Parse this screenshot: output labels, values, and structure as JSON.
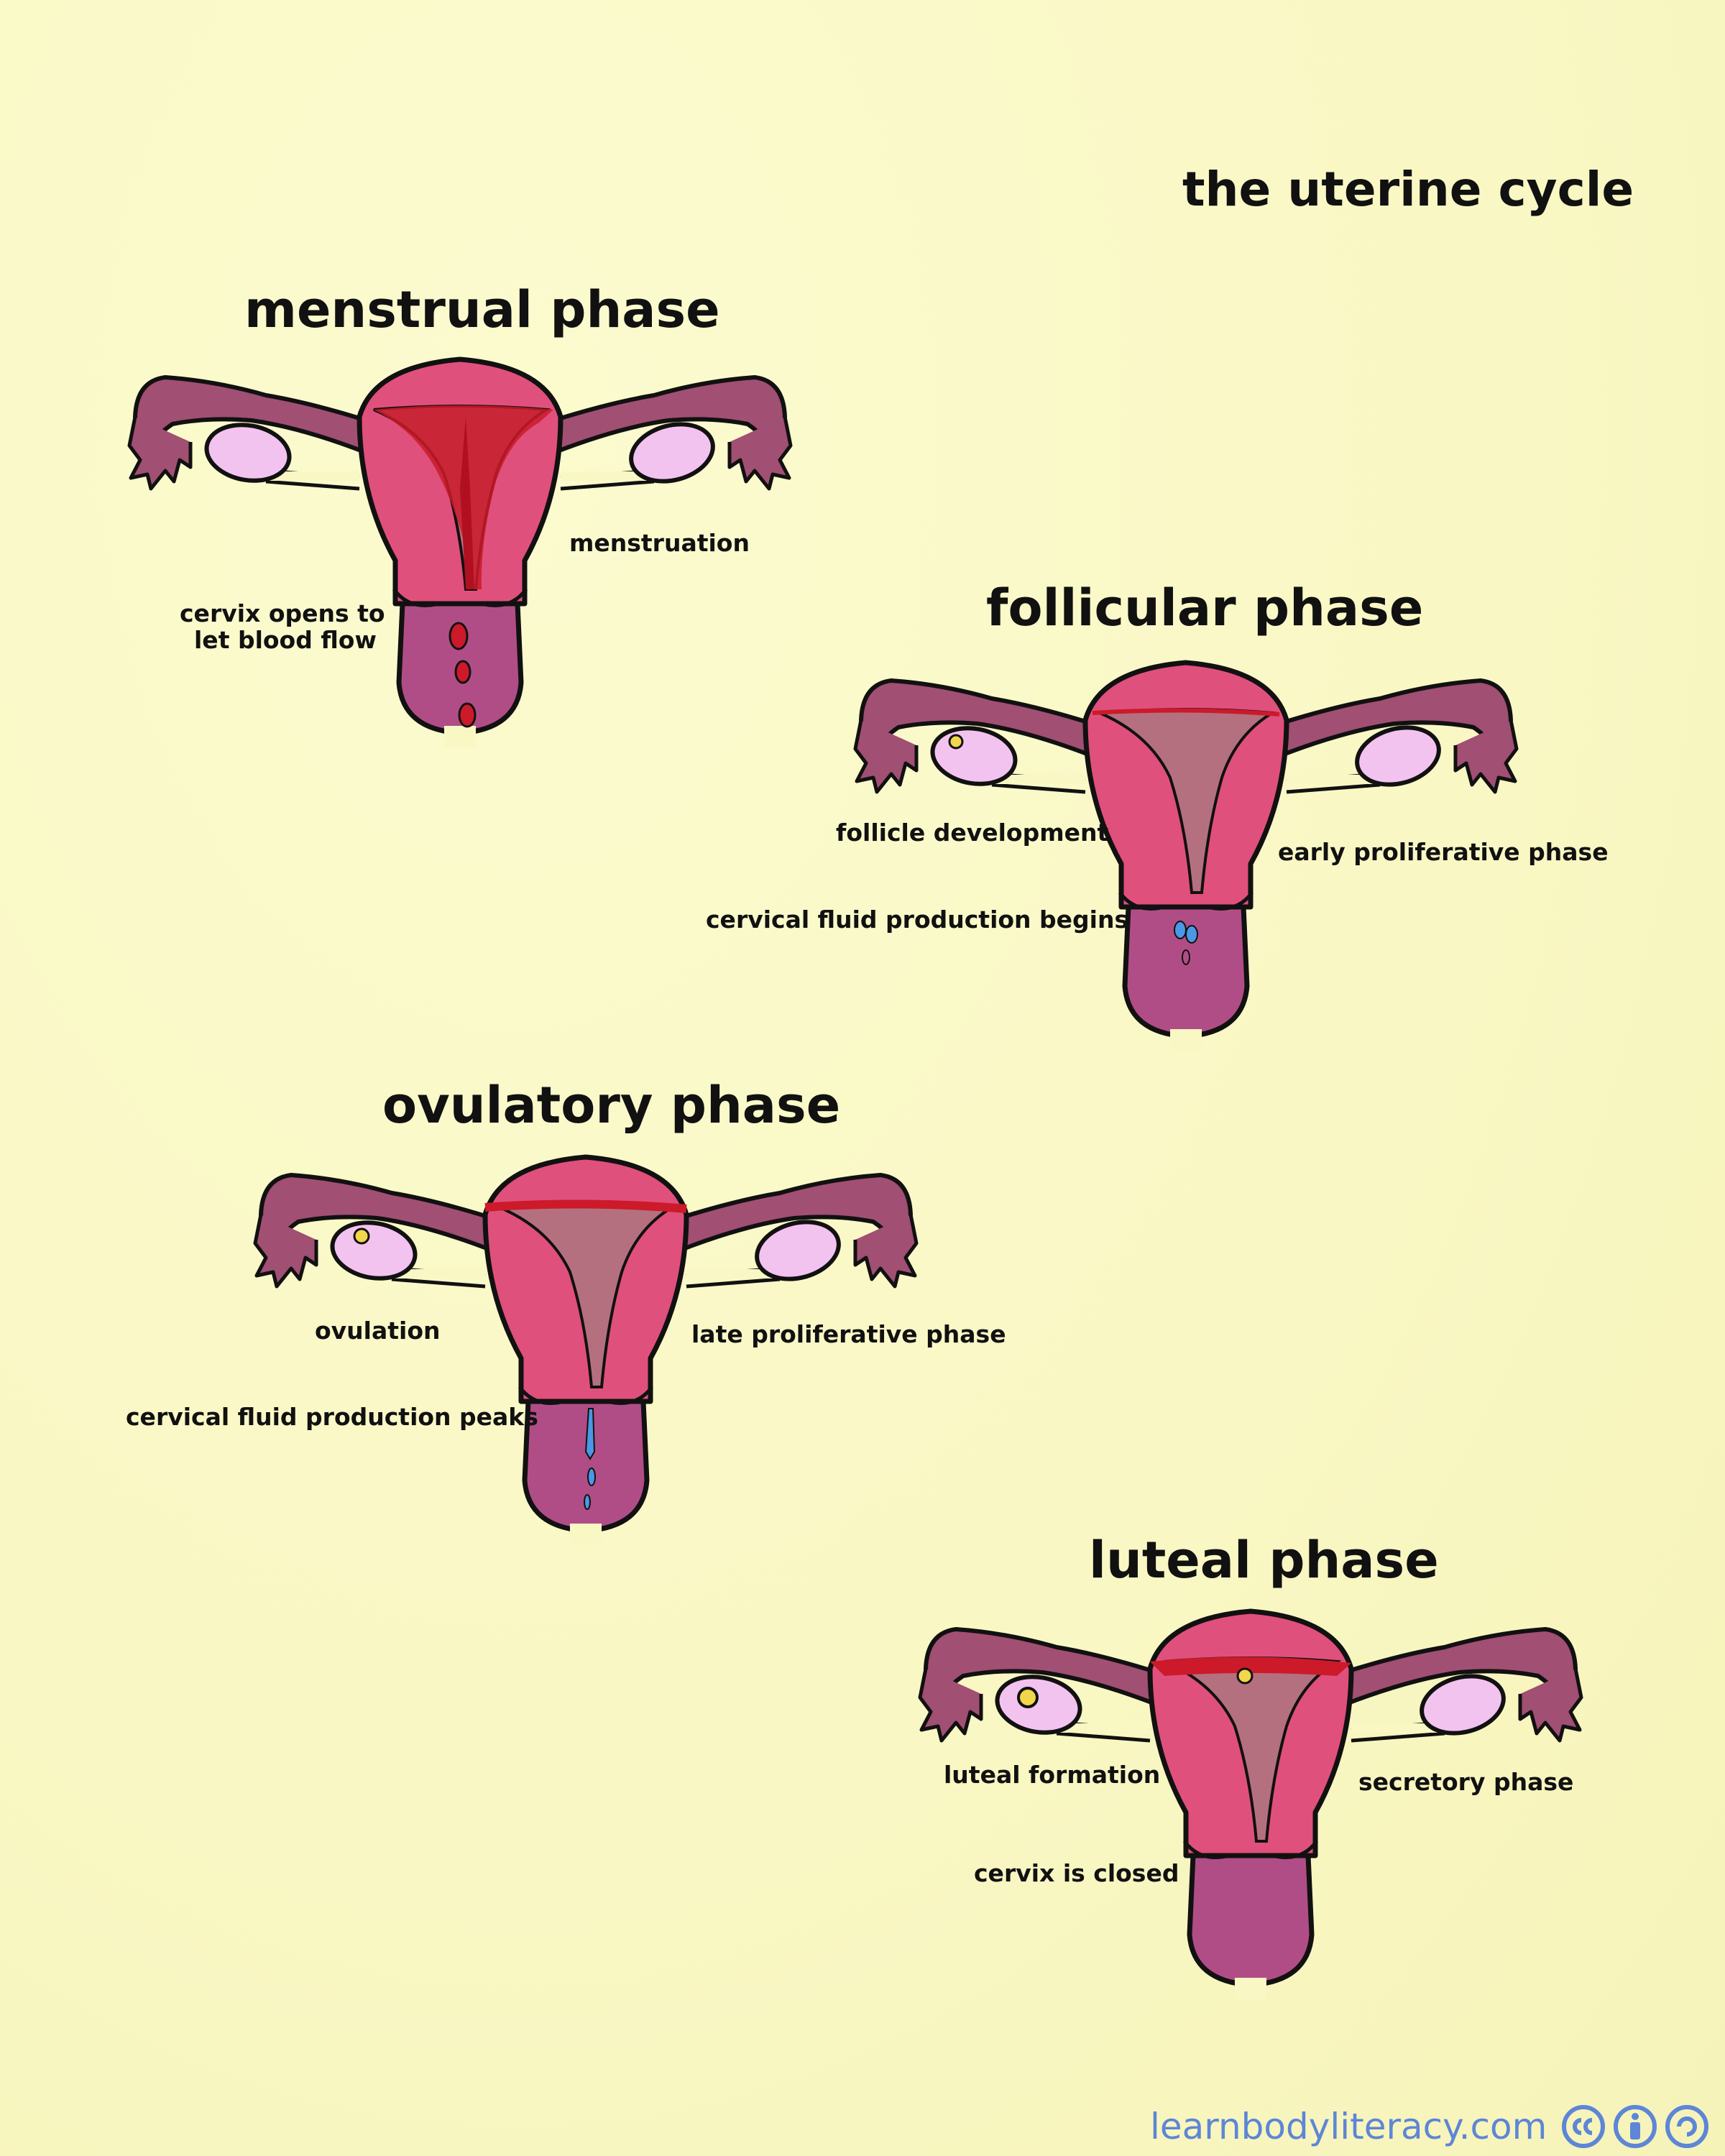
{
  "main_title": "the uterine cycle",
  "footer": {
    "url": "learnbodyliteracy.com",
    "license_icons": [
      "creative-commons-icon",
      "attribution-icon",
      "share-alike-icon"
    ]
  },
  "colors": {
    "background": "#f9f7c3",
    "uterus_wall": "#e0507c",
    "cavity": "#b5707f",
    "tube": "#a14f72",
    "ovary": "#f3c3f0",
    "blood": "#cc1a2a",
    "fluid": "#4a98e6",
    "vagina": "#b14d86",
    "follicle": "#f2d64b"
  },
  "phases": [
    {
      "key": "menstrual",
      "title": "menstrual phase",
      "labels": {
        "a": "menstruation",
        "b1": "cervix opens to",
        "b2": "let blood flow"
      }
    },
    {
      "key": "follicular",
      "title": "follicular phase",
      "labels": {
        "a": "follicle development",
        "b": "early proliferative phase",
        "c": "cervical fluid production begins"
      }
    },
    {
      "key": "ovulatory",
      "title": "ovulatory phase",
      "labels": {
        "a": "ovulation",
        "b": "late proliferative phase",
        "c": "cervical fluid production peaks"
      }
    },
    {
      "key": "luteal",
      "title": "luteal phase",
      "labels": {
        "a": "luteal formation",
        "b": "secretory phase",
        "c": "cervix is closed"
      }
    }
  ]
}
